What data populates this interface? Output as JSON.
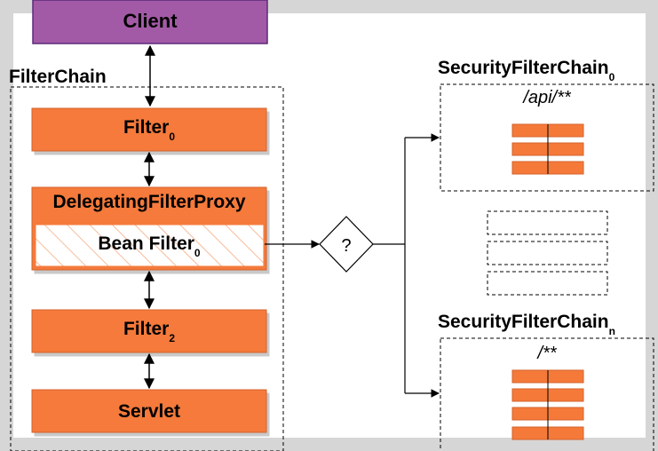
{
  "client": {
    "label": "Client"
  },
  "filter_chain": {
    "title": "FilterChain",
    "filter0": {
      "label": "Filter",
      "sub": "0"
    },
    "delegating_proxy": {
      "label": "DelegatingFilterProxy"
    },
    "bean_filter": {
      "label": "Bean Filter",
      "sub": "0"
    },
    "filter2": {
      "label": "Filter",
      "sub": "2"
    },
    "servlet": {
      "label": "Servlet"
    }
  },
  "decision": {
    "label": "?"
  },
  "security_chain_0": {
    "title": "SecurityFilterChain",
    "sub": "0",
    "pattern": "/api/**"
  },
  "security_chain_n": {
    "title": "SecurityFilterChain",
    "sub": "n",
    "pattern": "/**"
  },
  "colors": {
    "client_fill": "#a35aa6",
    "client_stroke": "#5b2a7a",
    "filter_fill": "#f57a3a",
    "filter_stroke": "#d4622a",
    "bean_hatch": "#f5a57a",
    "line": "#000000",
    "frame": "#d6d6d6"
  }
}
